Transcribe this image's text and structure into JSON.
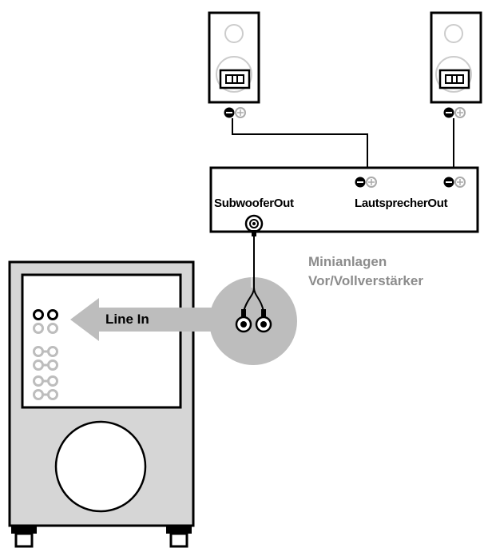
{
  "labels": {
    "subwoofer_out": "SubwooferOut",
    "lautsprecher_out": "LautsprecherOut",
    "amp_line1": "Minianlagen",
    "amp_line2": "Vor/Vollverstärker",
    "line_in": "Line In"
  },
  "colors": {
    "outline": "#000000",
    "highlight_circle": "#bdbdbd",
    "arrow": "#bdbdbd",
    "amp_text": "#8c8c8c",
    "subwoofer_body": "#d6d6d6",
    "jack_inactive": "#bdbdbd"
  }
}
